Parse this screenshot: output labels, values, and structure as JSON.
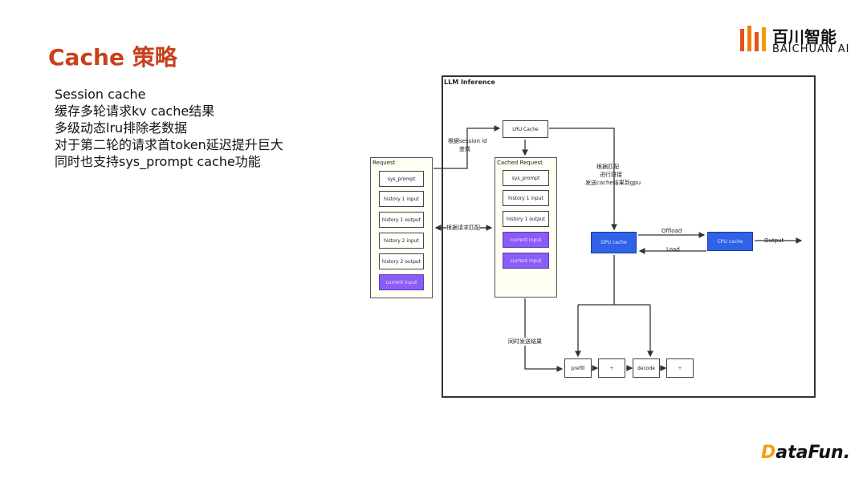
{
  "slide": {
    "title": "Cache 策略",
    "bullets": [
      "Session cache",
      "缓存多轮请求kv cache结果",
      "多级动态lru排除老数据",
      "对于第二轮的请求首token延迟提升巨大",
      "同时也支持sys_prompt cache功能"
    ]
  },
  "brand": {
    "logo_cn": "百川智能",
    "logo_en": "BAICHUAN AI",
    "logo_icon": "baichuan-logo-icon"
  },
  "footer": {
    "datafun_d": "D",
    "datafun_rest": "ataFun."
  },
  "diagram": {
    "frame_title": "LLM Inference",
    "top_box": "LRU Cache",
    "left_panel_title": "Request",
    "left_items": [
      "sys_prompt",
      "history 1 input",
      "history 1 output",
      "history 2 input",
      "history 2 output",
      "current input"
    ],
    "right_panel_title": "Cached Request",
    "right_items": [
      "sys_prompt",
      "history 1 input",
      "history 1 output",
      "current input",
      "current input"
    ],
    "label_top_left_1": "根据session id",
    "label_top_left_2": "查找",
    "label_middle_left": "根据请求匹配",
    "label_right_1": "根据匹配",
    "label_right_2": "进行拼接",
    "label_right_3": "发送cache结果到gpu",
    "blue_left": "GPU cache",
    "blue_right": "CPU cache",
    "offload_label": "Offload",
    "load_label": "Load",
    "output_label": "Output",
    "bottom_label": "同时发送结果",
    "bottom_boxes": [
      "prefill",
      "+",
      "decode",
      "+"
    ],
    "colors": {
      "accent_title": "#c8401c",
      "purple": "#8b5cf6",
      "blue": "#2f62e6",
      "panel_bg": "#fffef2"
    }
  }
}
